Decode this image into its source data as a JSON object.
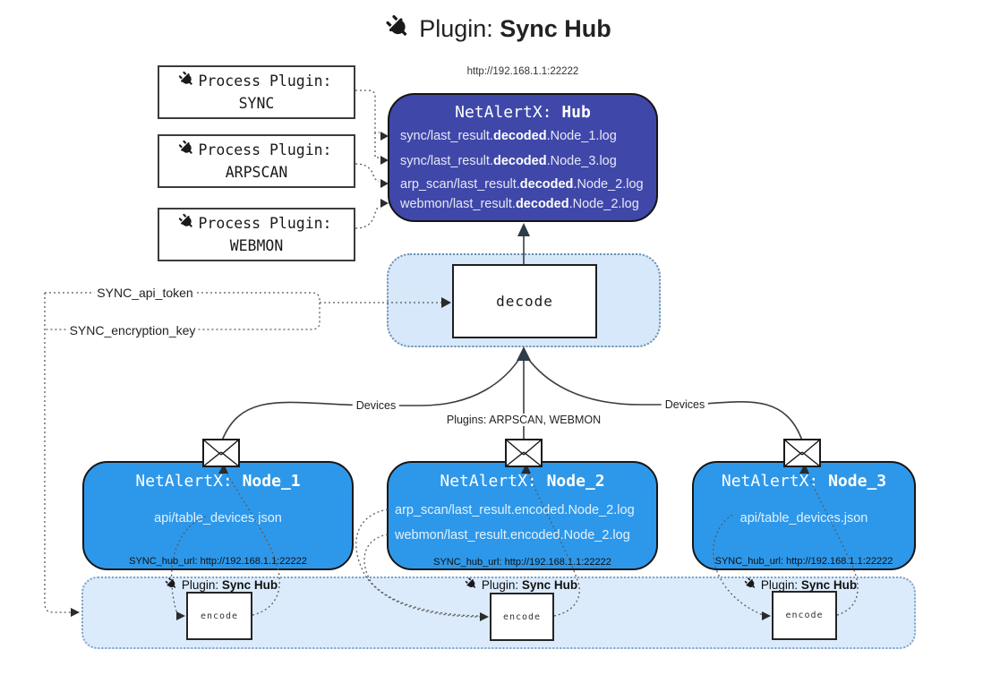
{
  "title": {
    "prefix": "Plugin: ",
    "name": "Sync Hub"
  },
  "hub": {
    "url": "http://192.168.1.1:22222",
    "title_prefix": "NetAlertX: ",
    "title_name": "Hub",
    "rows": [
      {
        "pre": "sync/last_result.",
        "bold": "decoded",
        "post": ".Node_1.log"
      },
      {
        "pre": "sync/last_result.",
        "bold": "decoded",
        "post": ".Node_3.log"
      },
      {
        "pre": "arp_scan/last_result.",
        "bold": "decoded",
        "post": ".Node_2.log"
      },
      {
        "pre": "webmon/last_result.",
        "bold": "decoded",
        "post": ".Node_2.log"
      }
    ]
  },
  "process_plugins": [
    {
      "line1": "Process Plugin:",
      "name": "SYNC"
    },
    {
      "line1": "Process Plugin:",
      "name": "ARPSCAN"
    },
    {
      "line1": "Process Plugin:",
      "name": "WEBMON"
    }
  ],
  "decode": {
    "label": "decode"
  },
  "settings": {
    "api_token": "SYNC_api_token",
    "encryption_key": "SYNC_encryption_key"
  },
  "edges": {
    "devices_left": "Devices",
    "devices_right": "Devices",
    "plugins_mid": "Plugins: ARPSCAN, WEBMON"
  },
  "nodes": [
    {
      "title_prefix": "NetAlertX: ",
      "title_name": "Node_1",
      "rows": [
        "api/table_devices.json"
      ],
      "hub_url": "SYNC_hub_url: http://192.168.1.1:22222"
    },
    {
      "title_prefix": "NetAlertX: ",
      "title_name": "Node_2",
      "rows": [
        "arp_scan/last_result.encoded.Node_2.log",
        "webmon/last_result.encoded.Node_2.log"
      ],
      "hub_url": "SYNC_hub_url: http://192.168.1.1:22222"
    },
    {
      "title_prefix": "NetAlertX: ",
      "title_name": "Node_3",
      "rows": [
        "api/table_devices.json"
      ],
      "hub_url": "SYNC_hub_url: http://192.168.1.1:22222"
    }
  ],
  "band": {
    "plugin_prefix": "Plugin: ",
    "plugin_name": "Sync Hub",
    "encode_label": "encode"
  },
  "colors": {
    "hub_bg": "#3f48a9",
    "node_bg": "#2d98ea",
    "band_bg": "#dcebfb",
    "band_border": "#7fa3c9"
  }
}
